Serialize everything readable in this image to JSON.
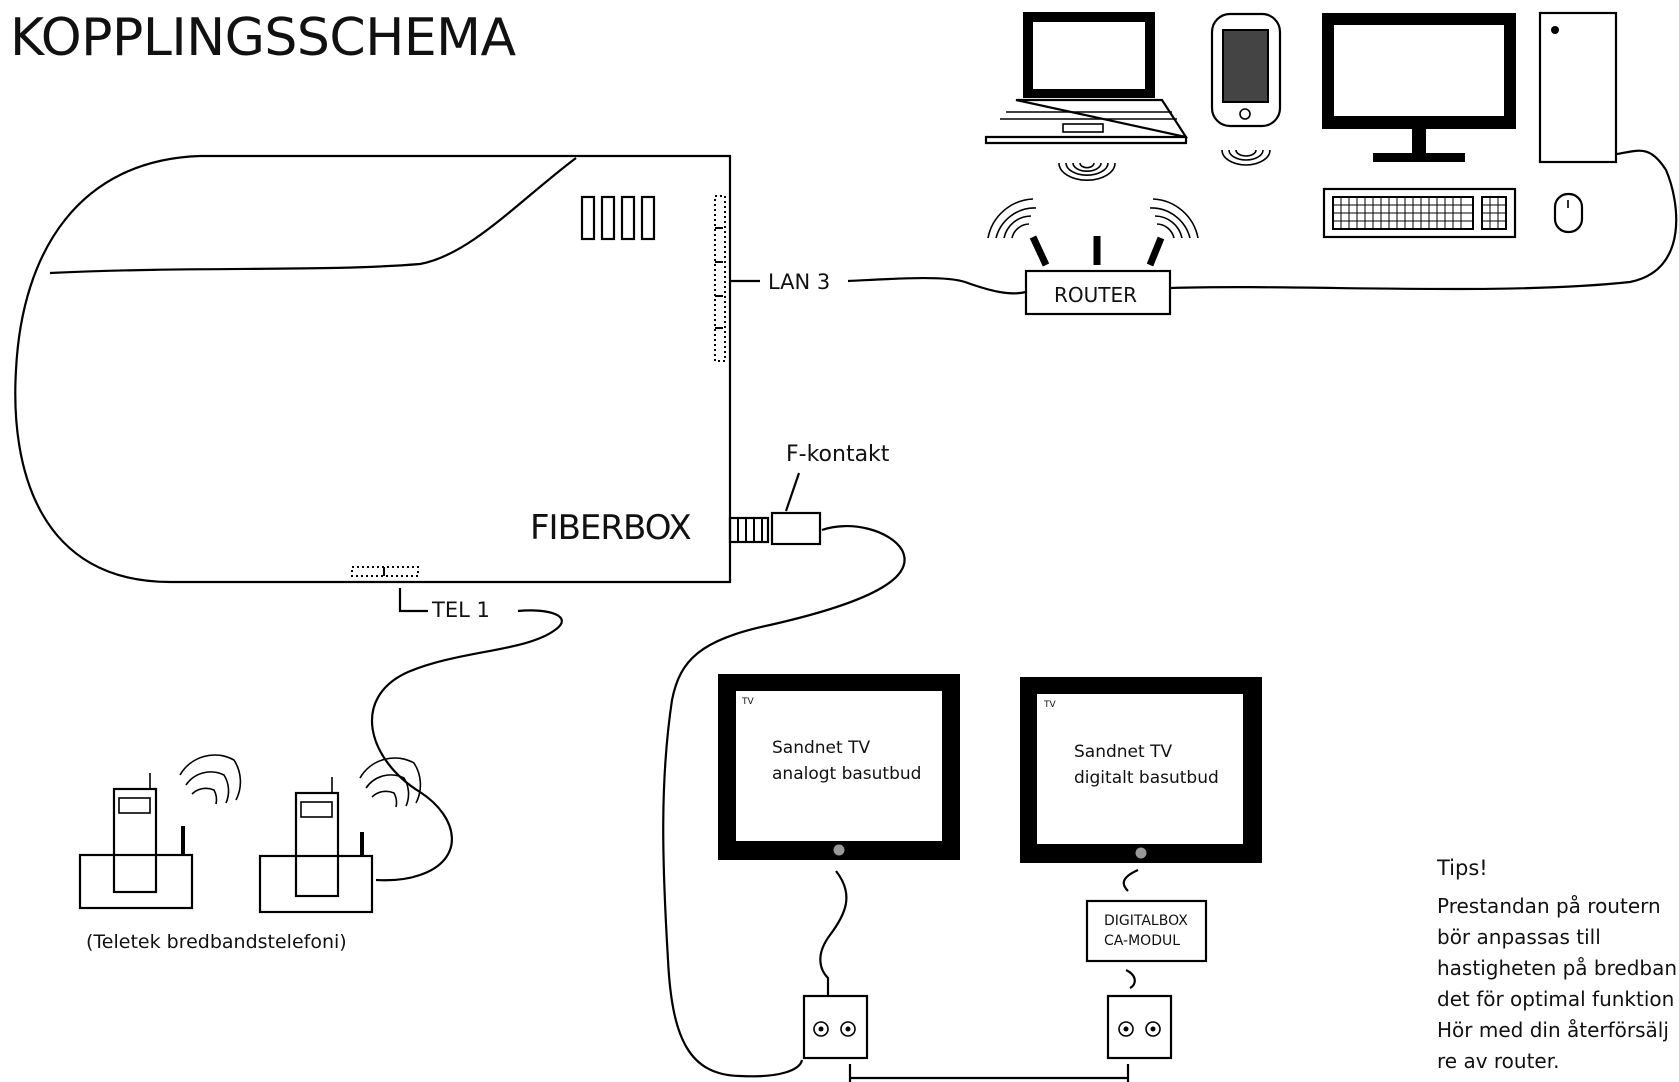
{
  "title": "KOPPLINGSSCHEMA",
  "fiberbox": {
    "label": "FIBERBOX"
  },
  "ports": {
    "lan": "LAN 3",
    "tel": "TEL 1"
  },
  "router": {
    "label": "ROUTER"
  },
  "connector": {
    "label": "F-kontakt"
  },
  "phones": {
    "caption": "(Teletek bredbandstelefoni)"
  },
  "tv1": {
    "tag": "TV",
    "line1": "Sandnet TV",
    "line2": "analogt basutbud"
  },
  "tv2": {
    "tag": "TV",
    "line1": "Sandnet TV",
    "line2": "digitalt basutbud"
  },
  "digitalbox": {
    "line1": "DIGITALBOX",
    "line2": "CA-MODUL"
  },
  "tips": {
    "title": "Tips!",
    "lines": [
      "Prestandan på routern",
      "bör anpassas till",
      "hastigheten på bredban",
      "det för optimal funktion",
      "Hör med din återförsälj",
      "re av router."
    ]
  }
}
